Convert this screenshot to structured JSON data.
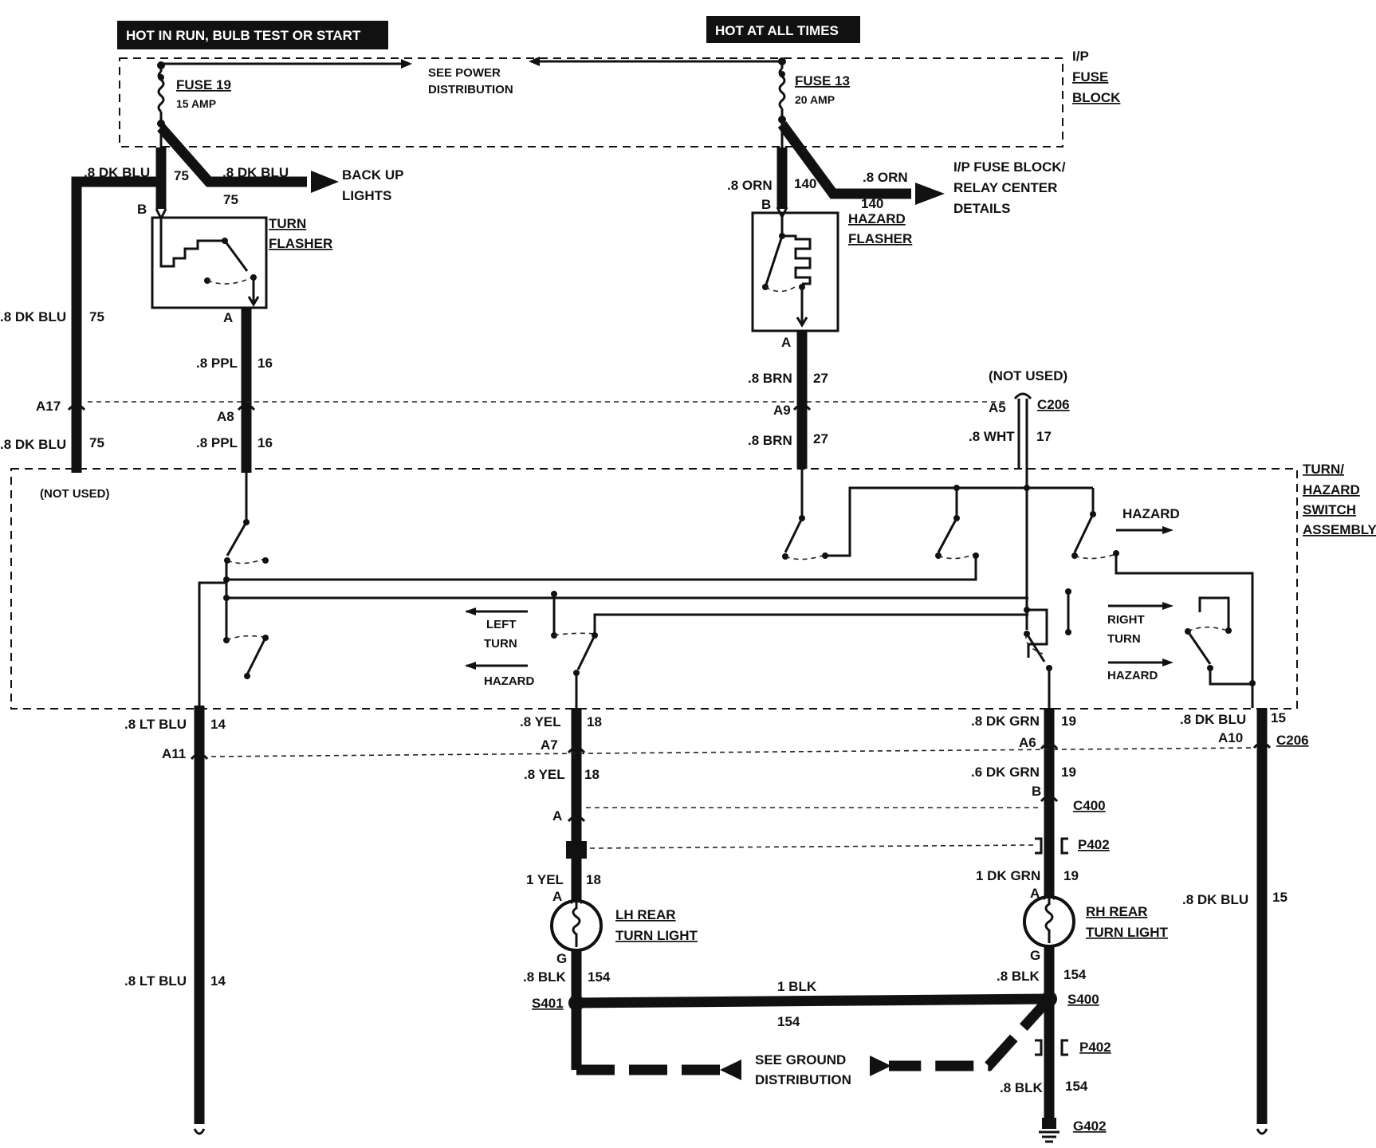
{
  "banners": {
    "left": "HOT IN RUN, BULB TEST OR START",
    "right": "HOT AT ALL TIMES"
  },
  "fuse_block": {
    "label_line1": "I/P",
    "label_line2": "FUSE",
    "label_line3": "BLOCK",
    "see_power_line1": "SEE POWER",
    "see_power_line2": "DISTRIBUTION",
    "fuse19_name": "FUSE 19",
    "fuse19_rating": "15 AMP",
    "fuse13_name": "FUSE 13",
    "fuse13_rating": "20 AMP"
  },
  "left_power": {
    "wire_left_label": ".8 DK BLU",
    "wire_left_circuit": "75",
    "wire_branch_label": ".8 DK BLU",
    "wire_branch_circuit": "75",
    "backup_line1": "BACK UP",
    "backup_line2": "LIGHTS",
    "pin_b": "B",
    "turn_flasher_line1": "TURN",
    "turn_flasher_line2": "FLASHER",
    "pin_a": "A",
    "outer_wire_label": ".8 DK BLU",
    "outer_wire_circuit": "75",
    "ppl_label": ".8 PPL",
    "ppl_circuit": "16",
    "conn_a17": "A17",
    "conn_a8": "A8",
    "outer_wire_label2": ".8 DK BLU",
    "outer_wire_circuit2": "75",
    "ppl_label2": ".8 PPL",
    "ppl_circuit2": "16",
    "not_used": "(NOT USED)"
  },
  "right_power": {
    "orn_label": ".8 ORN",
    "orn_circuit": "140",
    "orn_branch_label": ".8 ORN",
    "orn_branch_circuit": "140",
    "relay_line1": "I/P FUSE BLOCK/",
    "relay_line2": "RELAY CENTER",
    "relay_line3": "DETAILS",
    "pin_b": "B",
    "hazard_flasher_line1": "HAZARD",
    "hazard_flasher_line2": "FLASHER",
    "pin_a": "A",
    "brn_label": ".8 BRN",
    "brn_circuit": "27",
    "conn_a9": "A9",
    "brn_label2": ".8 BRN",
    "brn_circuit2": "27",
    "not_used": "(NOT USED)",
    "conn_a5": "A5",
    "c206": "C206",
    "wht_label": ".8 WHT",
    "wht_circuit": "17"
  },
  "switch_assembly": {
    "label_line1": "TURN/",
    "label_line2": "HAZARD",
    "label_line3": "SWITCH",
    "label_line4": "ASSEMBLY",
    "hazard_top": "HAZARD",
    "left_line1": "LEFT",
    "left_line2": "TURN",
    "left_hazard": "HAZARD",
    "right_line1": "RIGHT",
    "right_line2": "TURN",
    "right_hazard": "HAZARD"
  },
  "outputs": {
    "lt_blu_label": ".8 LT BLU",
    "lt_blu_circuit": "14",
    "conn_a11": "A11",
    "yel_label": ".8 YEL",
    "yel_circuit": "18",
    "conn_a7": "A7",
    "yel_label2": ".8 YEL",
    "yel_circuit2": "18",
    "dkgrn_label": ".8 DK GRN",
    "dkgrn_circuit": "19",
    "conn_a6": "A6",
    "dkgrn_label2": ".6 DK GRN",
    "dkgrn_circuit2": "19",
    "dkblu_label": ".8 DK BLU",
    "dkblu_circuit": "15",
    "conn_a10": "A10",
    "c206": "C206"
  },
  "rear": {
    "pin_a_left": "A",
    "pin_b_right": "B",
    "c400": "C400",
    "p402_top": "P402",
    "yel1_label": "1 YEL",
    "yel1_circuit": "18",
    "grn1_label": "1 DK GRN",
    "grn1_circuit": "19",
    "lamp_pin_a_left": "A",
    "lamp_pin_a_right": "A",
    "lh_line1": "LH REAR",
    "lh_line2": "TURN LIGHT",
    "rh_line1": "RH REAR",
    "rh_line2": "TURN LIGHT",
    "lamp_pin_g_left": "G",
    "lamp_pin_g_right": "G",
    "blk_left_label": ".8 BLK",
    "blk_left_circuit": "154",
    "blk_right_label": ".8 BLK",
    "blk_right_circuit": "154",
    "s401": "S401",
    "s400": "S400",
    "blk1_label": "1 BLK",
    "blk1_circuit": "154",
    "see_ground_line1": "SEE GROUND",
    "see_ground_line2": "DISTRIBUTION",
    "p402_bottom": "P402",
    "blk_bottom_label": ".8 BLK",
    "blk_bottom_circuit": "154",
    "g402": "G402",
    "lt_blu_label_bottom": ".8 LT BLU",
    "lt_blu_circuit_bottom": "14",
    "dkblu_label_bottom": ".8 DK BLU",
    "dkblu_circuit_bottom": "15"
  }
}
